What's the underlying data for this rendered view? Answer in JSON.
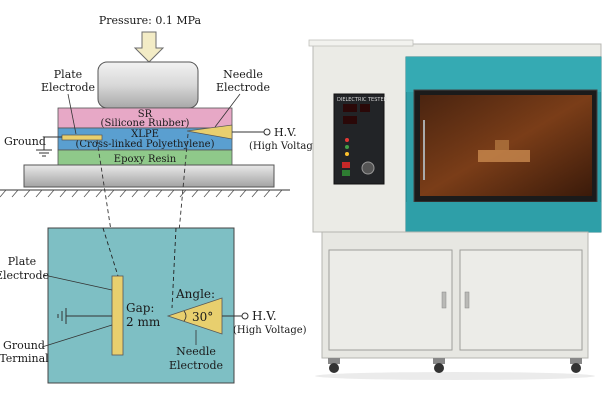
{
  "diagram": {
    "pressure_label": "Pressure: 0.1 MPa",
    "plate_electrode_top": [
      "Plate",
      "Electrode"
    ],
    "needle_electrode_top": [
      "Needle",
      "Electrode"
    ],
    "layer_sr": "SR",
    "layer_sr_sub": "(Silicone Rubber)",
    "layer_xlpe": "XLPE",
    "layer_xlpe_sub": "(Cross-linked Polyethylene)",
    "layer_epoxy": "Epoxy Resin",
    "ground_label": "Ground",
    "hv_top": "H.V.",
    "hv_top_sub": "(High Voltage)",
    "plate_electrode_detail": [
      "Plate",
      "Electrode"
    ],
    "ground_terminal": [
      "Ground",
      "Terminal"
    ],
    "gap_label": "Gap:",
    "gap_value": "2 mm",
    "angle_label": "Angle:",
    "angle_value": "30°",
    "hv_detail": "H.V.",
    "hv_detail_sub": "(High Voltage)",
    "needle_electrode_detail": [
      "Needle",
      "Electrode"
    ]
  },
  "colors": {
    "sr_layer": "#e7a8c6",
    "xlpe_layer": "#5a9fd0",
    "epoxy_layer": "#8fc98a",
    "electrode": "#e8cf6e",
    "detail_bg": "#7ebfc4",
    "machine_body": "#ebebe6",
    "machine_teal": "#2e9fa8"
  }
}
